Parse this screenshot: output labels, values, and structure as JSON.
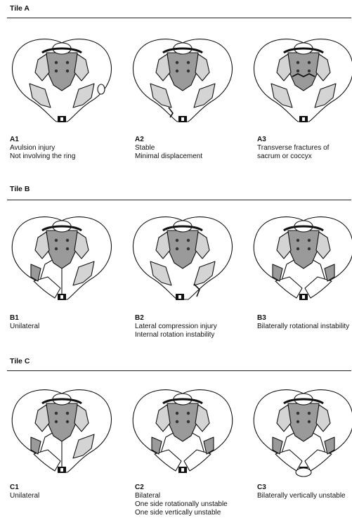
{
  "sections": [
    {
      "title": "Tile A",
      "panels": [
        {
          "code": "A1",
          "lines": [
            "Avulsion injury",
            "Not involving the ring"
          ],
          "variant": "a1"
        },
        {
          "code": "A2",
          "lines": [
            "Stable",
            "Minimal displacement"
          ],
          "variant": "a2"
        },
        {
          "code": "A3",
          "lines": [
            "Transverse fractures of",
            "sacrum or coccyx"
          ],
          "variant": "a3"
        }
      ]
    },
    {
      "title": "Tile B",
      "panels": [
        {
          "code": "B1",
          "lines": [
            "Unilateral"
          ],
          "variant": "b1"
        },
        {
          "code": "B2",
          "lines": [
            "Lateral compression injury",
            "Internal rotation instability"
          ],
          "variant": "b2"
        },
        {
          "code": "B3",
          "lines": [
            "Bilaterally rotational instability"
          ],
          "variant": "b3"
        }
      ]
    },
    {
      "title": "Tile C",
      "panels": [
        {
          "code": "C1",
          "lines": [
            "Unilateral"
          ],
          "variant": "c1"
        },
        {
          "code": "C2",
          "lines": [
            "Bilateral",
            "One side rotationally unstable",
            "One side vertically unstable"
          ],
          "variant": "c2"
        },
        {
          "code": "C3",
          "lines": [
            "Bilaterally vertically unstable"
          ],
          "variant": "c3"
        }
      ]
    }
  ]
}
